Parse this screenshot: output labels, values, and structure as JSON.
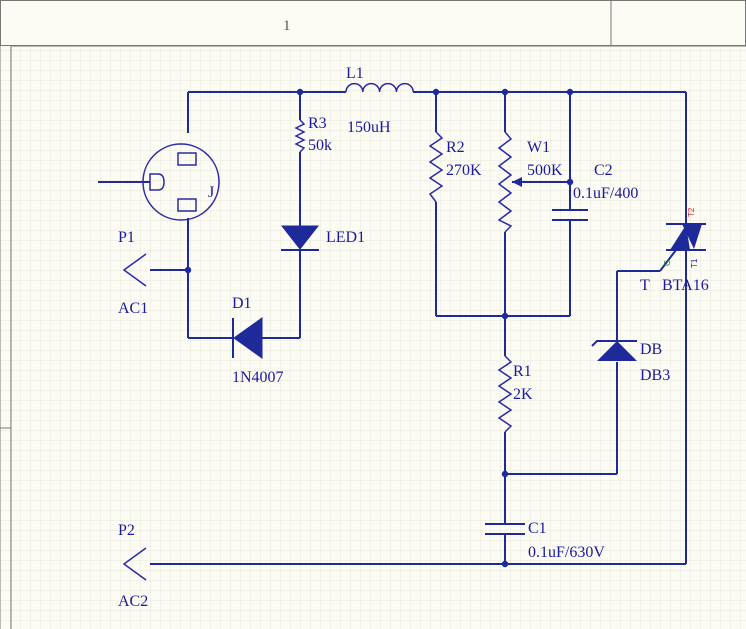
{
  "sheet": {
    "zone_number": "1"
  },
  "components": {
    "L1": {
      "ref": "L1",
      "value": "150uH"
    },
    "R3": {
      "ref": "R3",
      "value": "50k"
    },
    "R2": {
      "ref": "R2",
      "value": "270K"
    },
    "W1": {
      "ref": "W1",
      "value": "500K"
    },
    "C2": {
      "ref": "C2",
      "value": "0.1uF/400"
    },
    "J": {
      "ref": "J"
    },
    "LED1": {
      "ref": "LED1"
    },
    "D1": {
      "ref": "D1",
      "value": "1N4007"
    },
    "P1": {
      "ref": "P1",
      "value": "AC1"
    },
    "P2": {
      "ref": "P2",
      "value": "AC2"
    },
    "R1": {
      "ref": "R1",
      "value": "2K"
    },
    "DB": {
      "ref": "DB",
      "value": "DB3"
    },
    "triac": {
      "ref": "T",
      "value": "BTA16",
      "pin_t1": "T1",
      "pin_t2": "T2",
      "pin_g": "G"
    },
    "C1": {
      "ref": "C1",
      "value": "0.1uF/630V"
    }
  },
  "colors": {
    "background": "#fcfbf4",
    "grid": "#e6e4d8",
    "wire": "#1f2a9a",
    "label": "#1a1aa0",
    "border": "#555555",
    "pin_red": "#cc2222",
    "pin_green": "#228822"
  }
}
